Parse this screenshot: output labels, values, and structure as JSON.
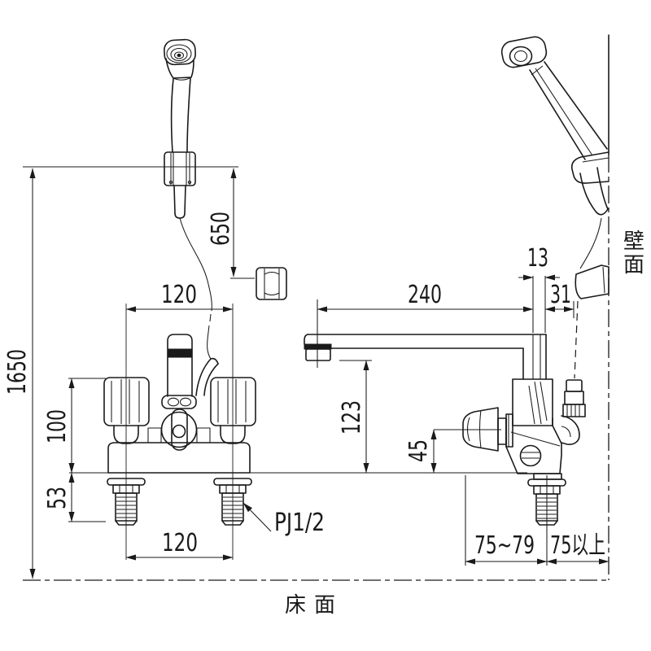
{
  "dims": {
    "total_height": "1650",
    "hanger_height": "650",
    "handle_pitch_top": "120",
    "body_height": "100",
    "shank_length": "53",
    "pitch_bottom": "120",
    "spout_reach": "240",
    "pipe_width": "13",
    "outlet_offset": "31",
    "spout_height": "123",
    "knob_height": "45",
    "deck_range": "75~79",
    "wall_clearance": "75以上",
    "thread_label": "PJ1/2"
  },
  "labels": {
    "wall_1": "壁",
    "wall_2": "面",
    "floor": "床面"
  },
  "colors": {
    "ink": "#1a1a1a",
    "paper": "#ffffff"
  }
}
